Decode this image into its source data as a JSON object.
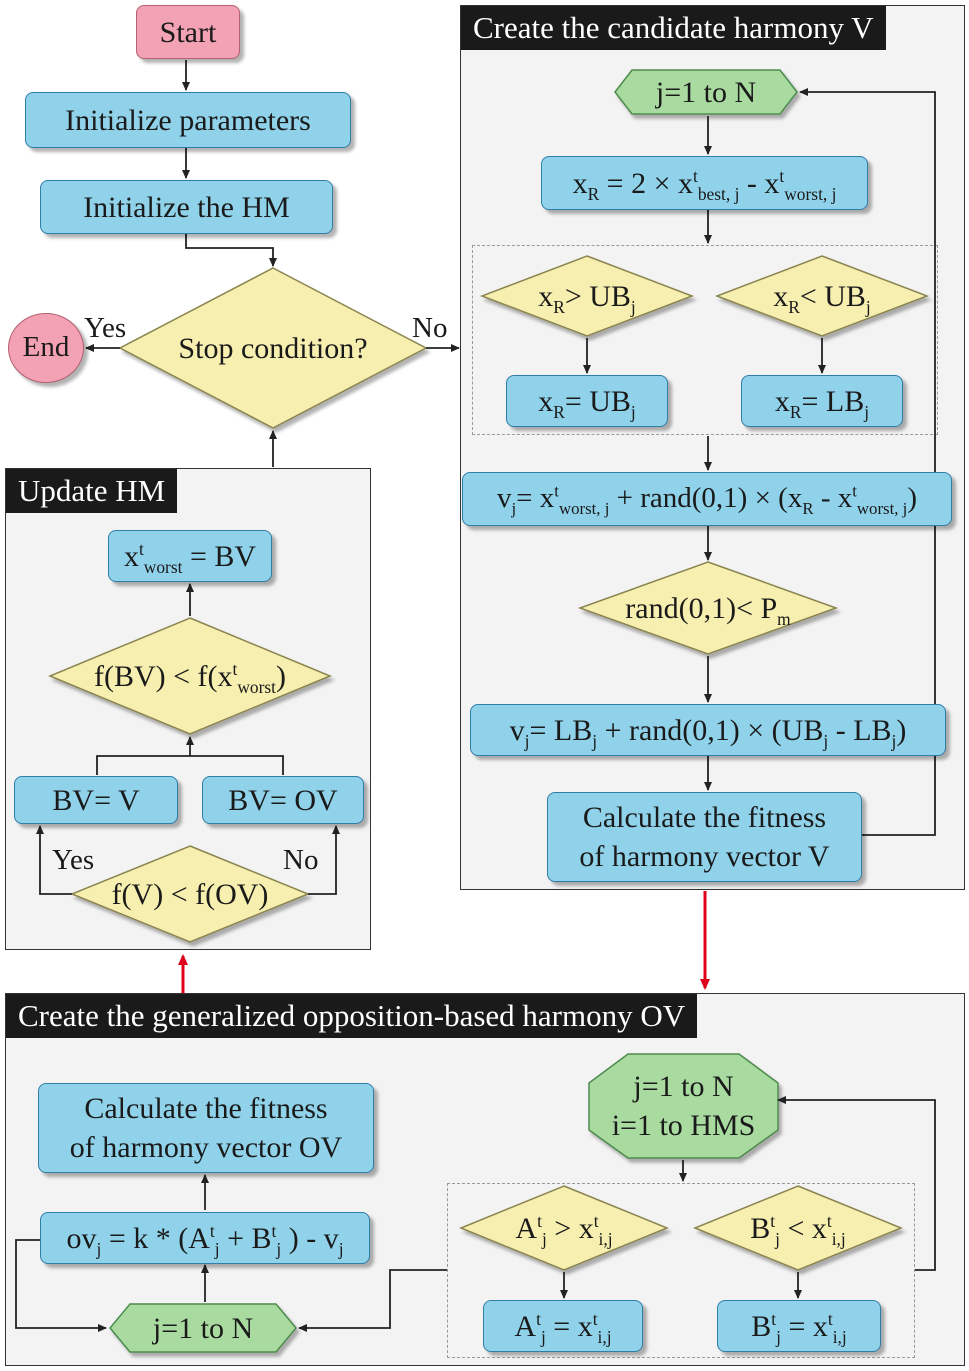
{
  "start": {
    "label": "Start"
  },
  "end": {
    "label": "End"
  },
  "init_params": {
    "label": "Initialize parameters"
  },
  "init_hm": {
    "label": "Initialize the HM"
  },
  "stop": {
    "label": "Stop condition?",
    "yes": "Yes",
    "no": "No"
  },
  "candidate": {
    "title": "Create the candidate harmony V",
    "loop": "j=1 to N",
    "xr_eq": {
      "a": "x",
      "a_sub": "R",
      "b": " = 2 × x",
      "b_sup": "t",
      "b_sub": "best, j",
      "c": " - x",
      "c_sup": "t",
      "c_sub": "worst, j"
    },
    "cond_ub": {
      "a": "x",
      "a_sub": "R",
      "b": "> UB",
      "b_sub": "j"
    },
    "cond_lb": {
      "a": "x",
      "a_sub": "R",
      "b": "< UB",
      "b_sub": "j"
    },
    "set_ub": {
      "a": "x",
      "a_sub": "R",
      "b": "= UB",
      "b_sub": "j"
    },
    "set_lb": {
      "a": "x",
      "a_sub": "R",
      "b": "= LB",
      "b_sub": "j"
    },
    "vj_eq": {
      "a": "v",
      "a_sub": "j",
      "b": "= x",
      "b_sup": "t",
      "b_sub": "worst, j",
      "c": " + rand(0,1) × (x",
      "c_sub": "R",
      "d": " - x",
      "d_sup": "t",
      "d_sub": "worst, j",
      "e": ")"
    },
    "pm_cond": {
      "a": "rand(0,1)< P",
      "a_sub": "m"
    },
    "vj_rand": {
      "a": "v",
      "a_sub": "j",
      "b": "= LB",
      "b_sub": "j",
      "c": " + rand(0,1) × (UB",
      "c_sub": "j",
      "d": " - LB",
      "d_sub": "j",
      "e": ")"
    },
    "fitness_l1": "Calculate the fitness",
    "fitness_l2": "of harmony vector V"
  },
  "update": {
    "title": "Update HM",
    "assign": {
      "a": "x",
      "a_sup": "t",
      "a_sub": "worst",
      "b": " = BV"
    },
    "cond": {
      "a": "f(BV) < f(x",
      "a_sup": "t",
      "a_sub": "worst",
      "b": ")"
    },
    "bv_v": "BV= V",
    "bv_ov": "BV= OV",
    "compare": "f(V) < f(OV)",
    "yes": "Yes",
    "no": "No"
  },
  "opposition": {
    "title": "Create the generalized opposition-based harmony OV",
    "fitness_l1": "Calculate the fitness",
    "fitness_l2": "of harmony vector OV",
    "ov_eq": {
      "a": "ov",
      "a_sub": "j",
      "b": " = k * (A",
      "b_sup": "t",
      "b_sub": "j",
      "c": " + B",
      "c_sup": "t",
      "c_sub": "j",
      "d": " ) - v",
      "d_sub": "j"
    },
    "loop_j": "j=1 to N",
    "loop_l1": "j=1 to N",
    "loop_l2": "i=1 to HMS",
    "cond_a": {
      "a": "A",
      "a_sup": "t",
      "a_sub": "j",
      "b": " > x",
      "b_sup": "t",
      "b_sub": "i,j"
    },
    "cond_b": {
      "a": "B",
      "a_sup": "t",
      "a_sub": "j",
      "b": " < x",
      "b_sup": "t",
      "b_sub": "i,j"
    },
    "set_a": {
      "a": "A",
      "a_sup": "t",
      "a_sub": "j",
      "b": " = x",
      "b_sup": "t",
      "b_sub": "i,j"
    },
    "set_b": {
      "a": "B",
      "a_sup": "t",
      "a_sub": "j",
      "b": " = x",
      "b_sup": "t",
      "b_sub": "i,j"
    }
  },
  "colors": {
    "process": "#8fd2ea",
    "decision": "#f7efb0",
    "loop": "#a9dba0",
    "terminal": "#f2a2b2",
    "accent_arrow": "#e0001a"
  }
}
